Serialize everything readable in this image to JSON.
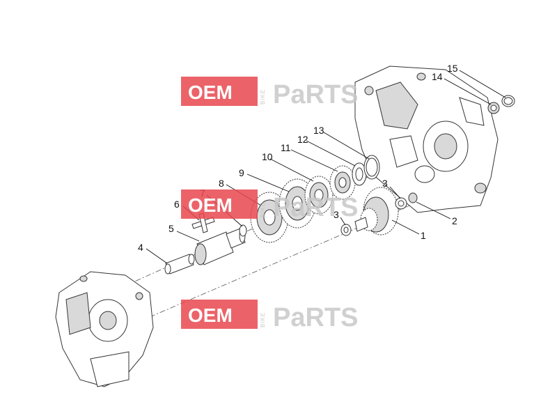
{
  "diagram": {
    "callouts": [
      "1",
      "2",
      "3",
      "3",
      "4",
      "5",
      "6",
      "7",
      "8",
      "9",
      "10",
      "11",
      "12",
      "13",
      "14",
      "15"
    ]
  },
  "watermark": {
    "brand_left": "OEM",
    "brand_small": "BIKE",
    "brand_right": "PaRTS",
    "accent_color": "#e8484f",
    "gray_color": "#c8c8c8"
  }
}
